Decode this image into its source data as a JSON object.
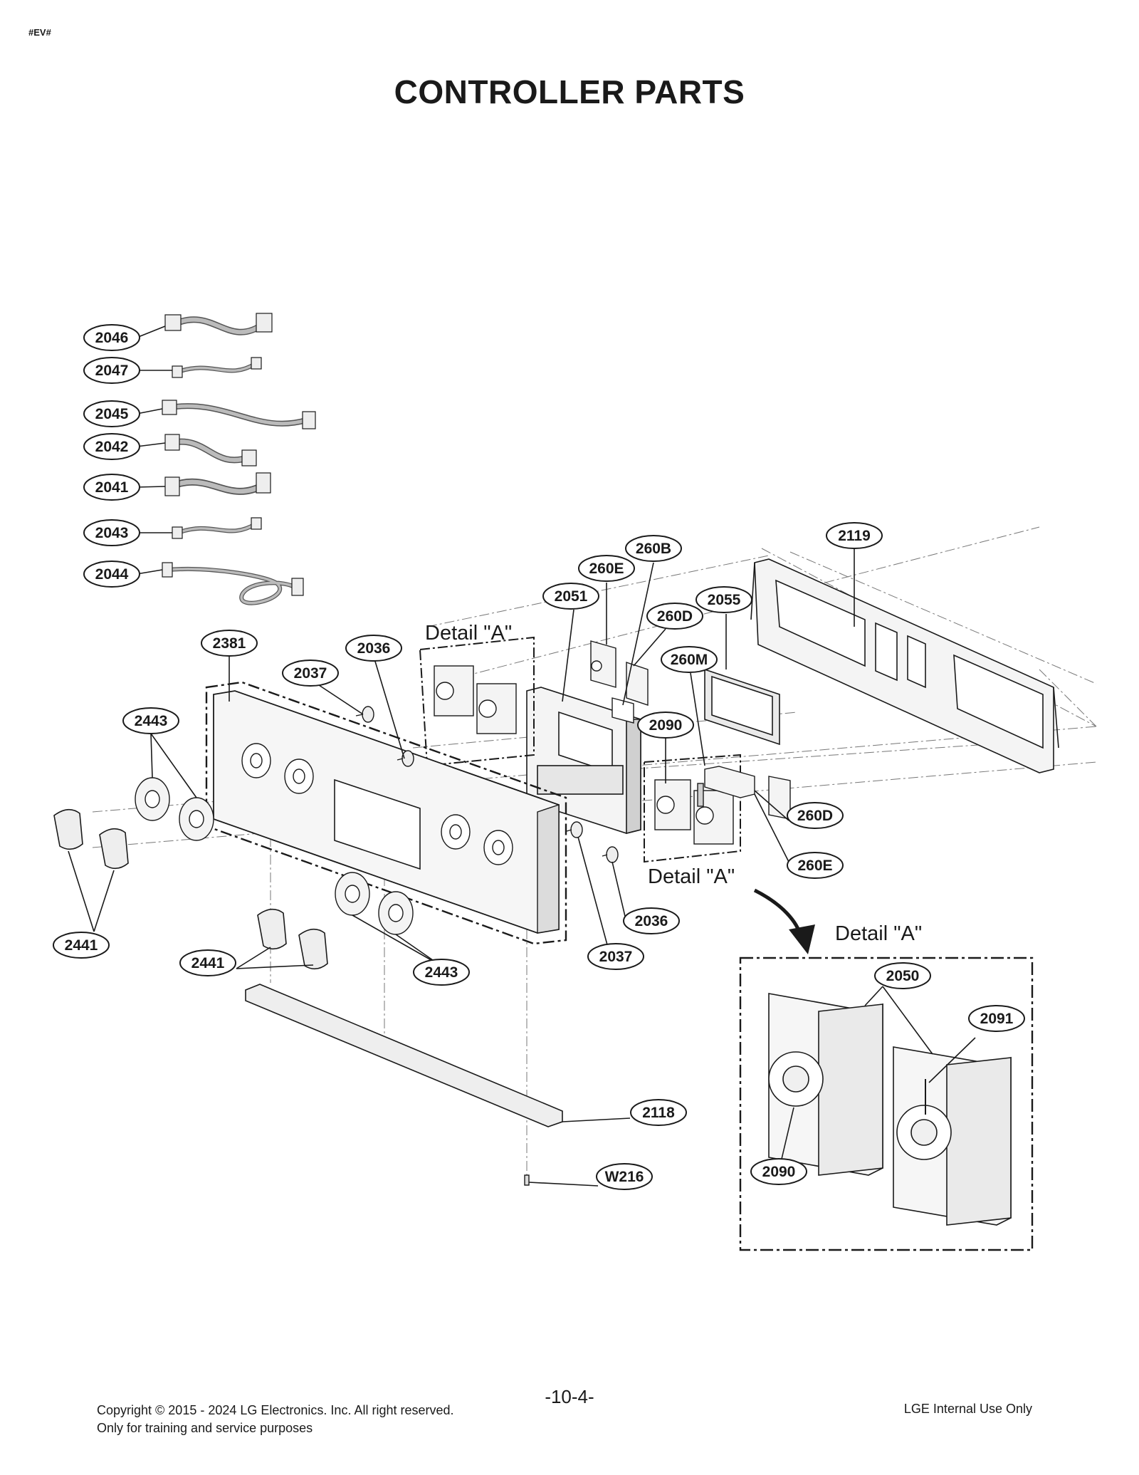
{
  "header": {
    "doc_tag": "#EV#",
    "title": "CONTROLLER PARTS"
  },
  "diagram": {
    "detail_label": "Detail \"A\"",
    "callouts": [
      {
        "id": "c2046",
        "label": "2046"
      },
      {
        "id": "c2047",
        "label": "2047"
      },
      {
        "id": "c2045",
        "label": "2045"
      },
      {
        "id": "c2042",
        "label": "2042"
      },
      {
        "id": "c2041",
        "label": "2041"
      },
      {
        "id": "c2043",
        "label": "2043"
      },
      {
        "id": "c2044",
        "label": "2044"
      },
      {
        "id": "c2381",
        "label": "2381"
      },
      {
        "id": "c2036a",
        "label": "2036"
      },
      {
        "id": "c2037a",
        "label": "2037"
      },
      {
        "id": "c2443a",
        "label": "2443"
      },
      {
        "id": "c2441a",
        "label": "2441"
      },
      {
        "id": "c2441b",
        "label": "2441"
      },
      {
        "id": "c2443b",
        "label": "2443"
      },
      {
        "id": "c2051",
        "label": "2051"
      },
      {
        "id": "c260Ea",
        "label": "260E"
      },
      {
        "id": "c260B",
        "label": "260B"
      },
      {
        "id": "c260Da",
        "label": "260D"
      },
      {
        "id": "c2055",
        "label": "2055"
      },
      {
        "id": "c2119",
        "label": "2119"
      },
      {
        "id": "c260M",
        "label": "260M"
      },
      {
        "id": "c2090a",
        "label": "2090"
      },
      {
        "id": "c260Db",
        "label": "260D"
      },
      {
        "id": "c260Eb",
        "label": "260E"
      },
      {
        "id": "c2036b",
        "label": "2036"
      },
      {
        "id": "c2037b",
        "label": "2037"
      },
      {
        "id": "c2118",
        "label": "2118"
      },
      {
        "id": "cW216",
        "label": "W216"
      },
      {
        "id": "c2050",
        "label": "2050"
      },
      {
        "id": "c2091",
        "label": "2091"
      },
      {
        "id": "c2090b",
        "label": "2090"
      }
    ]
  },
  "footer": {
    "copyright": "Copyright © 2015 - 2024 LG Electronics. Inc. All right reserved.",
    "training_note": "Only for training and service purposes",
    "page_number": "-10-4-",
    "internal_note": "LGE Internal Use Only"
  },
  "colors": {
    "ink": "#1a1a1a",
    "part_fill": "#f4f4f4",
    "shade": "#9a9a9a"
  }
}
